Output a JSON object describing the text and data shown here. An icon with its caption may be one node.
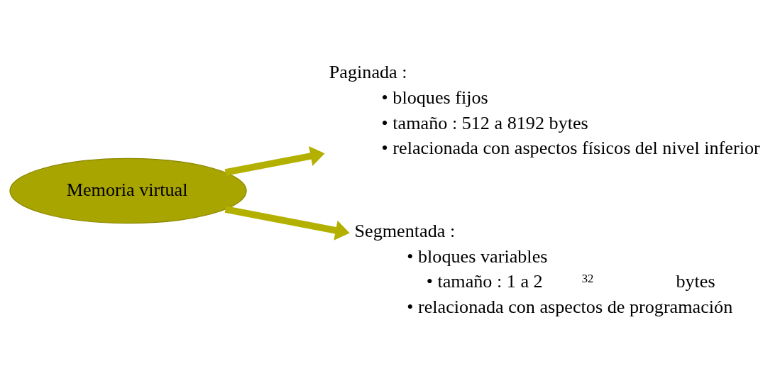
{
  "diagram": {
    "nodes": [
      {
        "text": [
          "Memoria virtual"
        ]
      },
      {
        "text": [
          "Paginada :"
        ],
        "beside": [
          "• bloques fijos",
          "• tamaño : 512 a 8192 bytes",
          "• relacionada con aspectos físicos del nivel inferior"
        ]
      },
      {
        "text": [
          "Segmentada :"
        ],
        "beside": [
          "• bloques variables",
          "• tamaño : 1 a 2$^{32}$ bytes",
          "• relacionada con aspectos de programación"
        ]
      }
    ],
    "edges": [
      {
        "from": 0,
        "to": 1,
        "arrow": "to"
      },
      {
        "from": 0,
        "to": 2,
        "arrow": "to"
      }
    ]
  }
}
